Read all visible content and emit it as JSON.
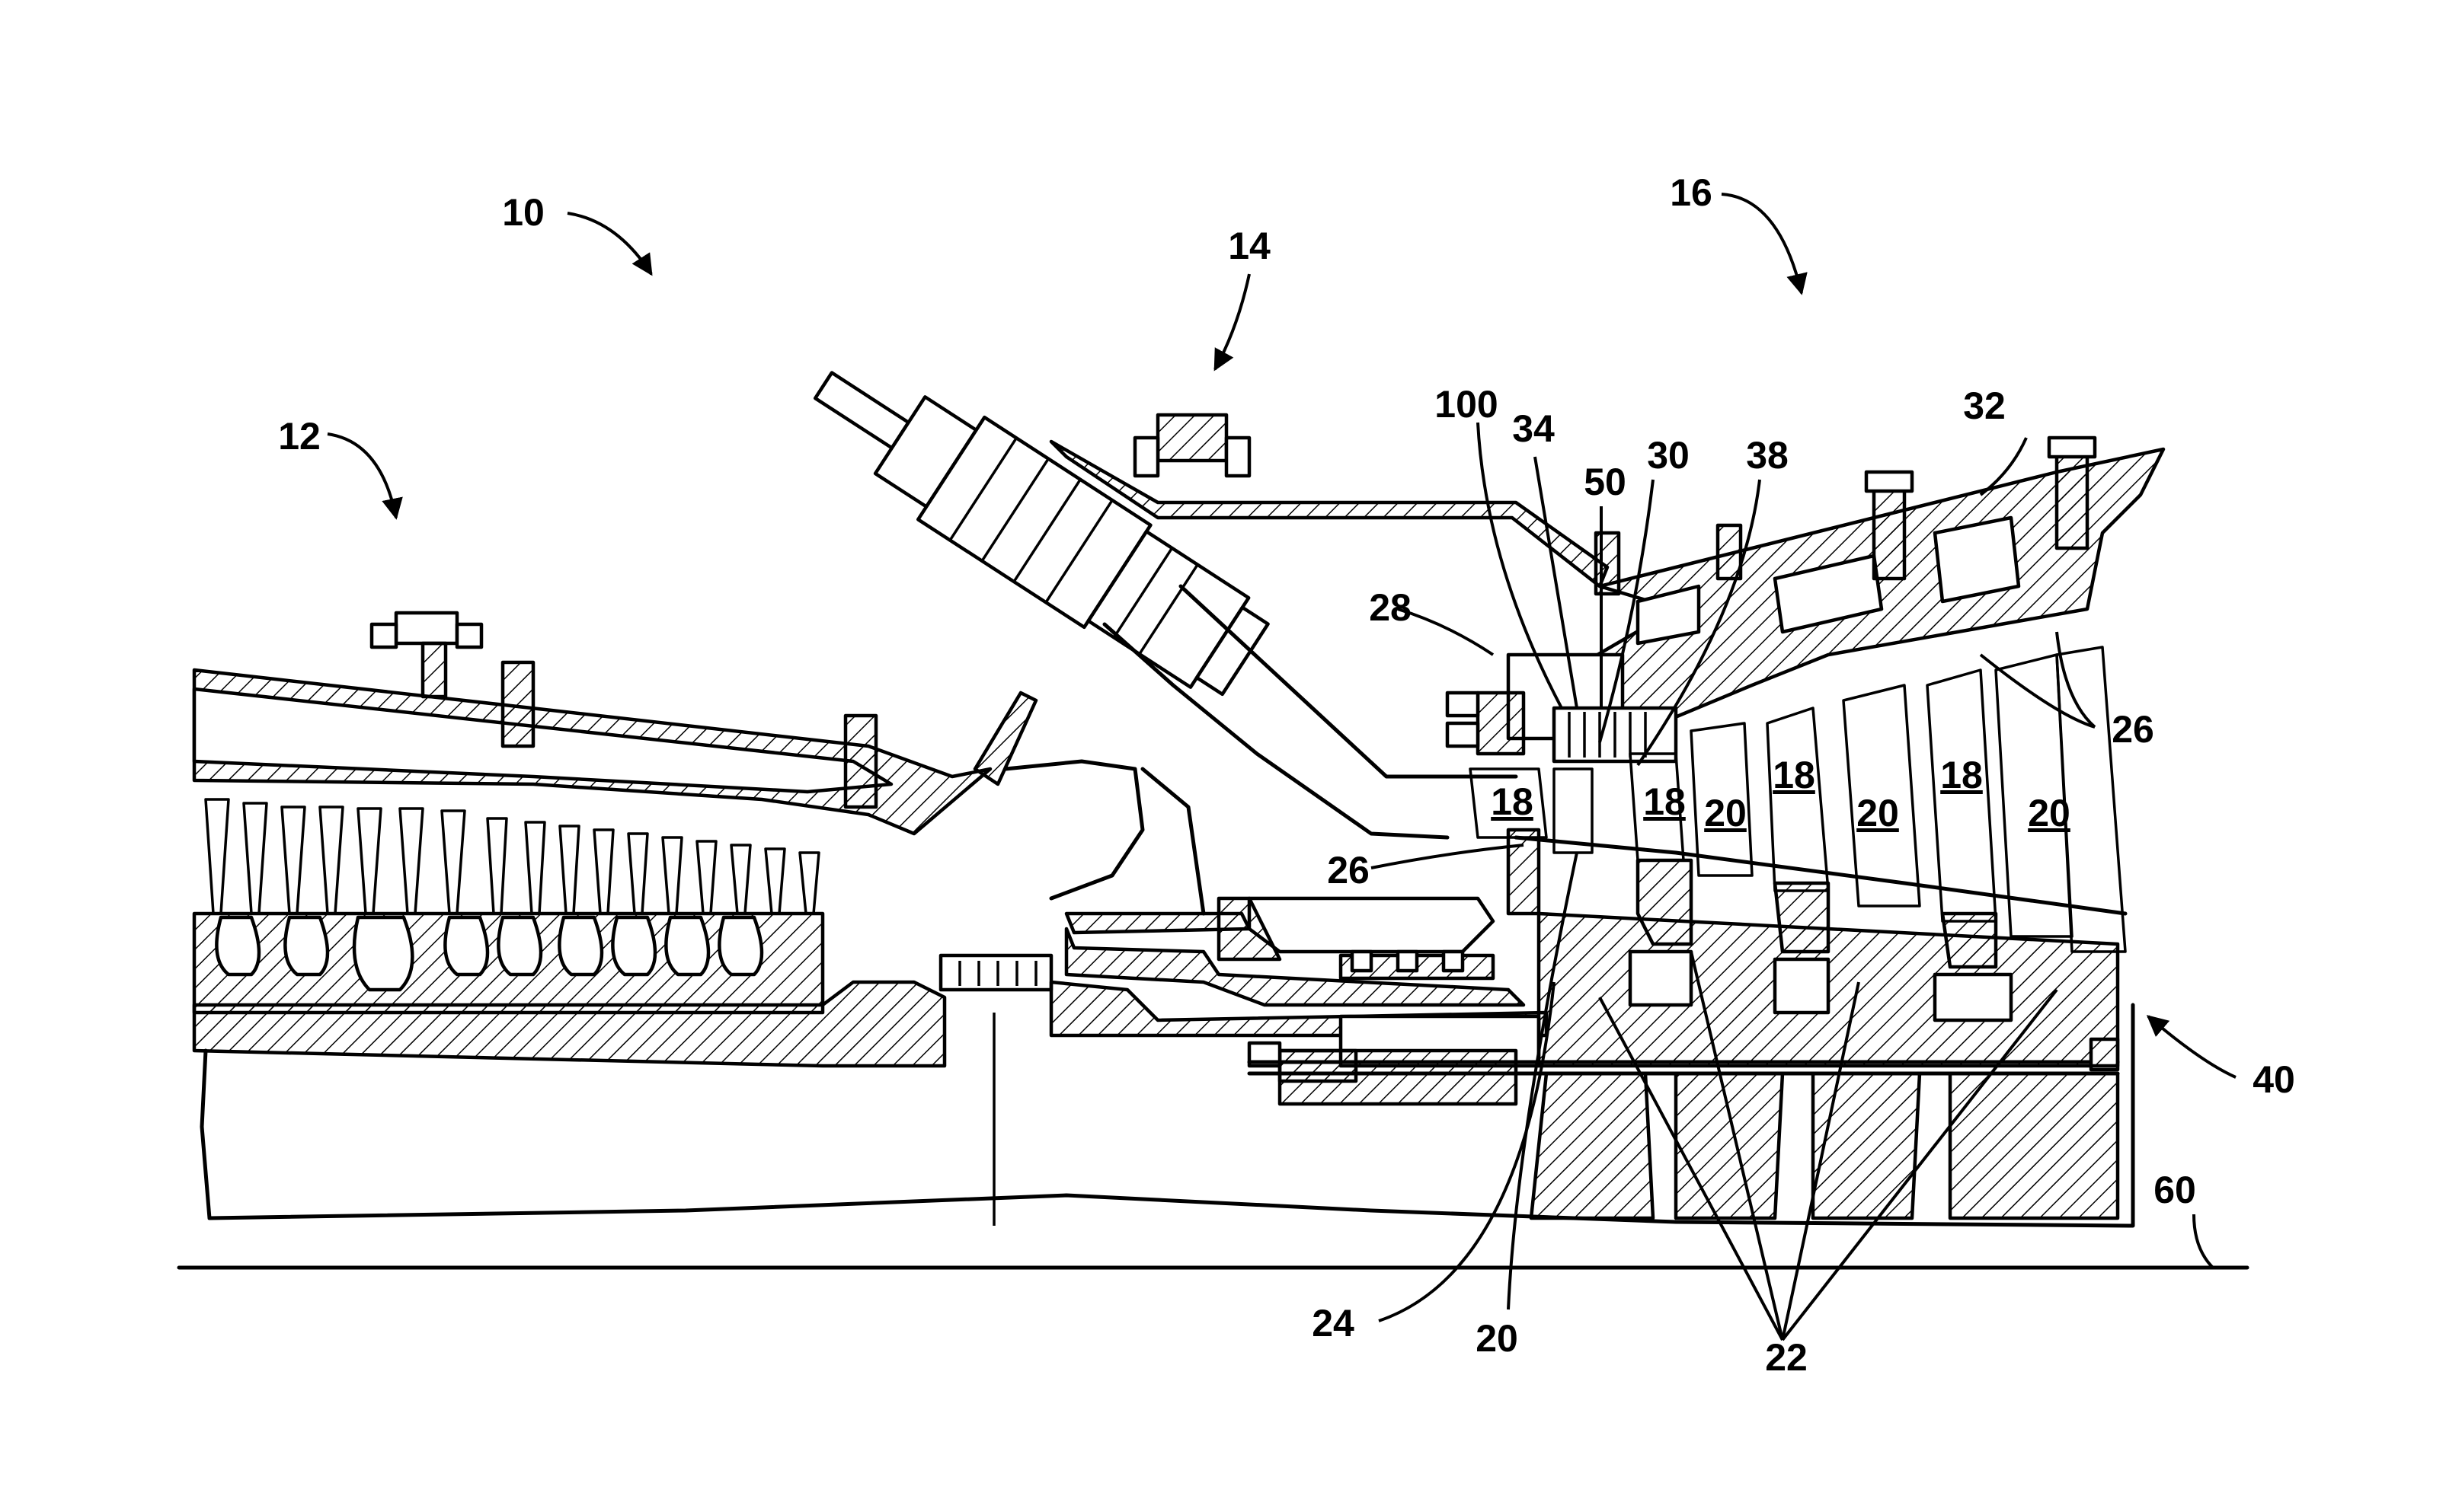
{
  "figure": {
    "labels": {
      "engine": "10",
      "compressor": "12",
      "combustor": "14",
      "turbine": "16",
      "vane": "18",
      "blade": "20",
      "rotor_disk": "22",
      "shaft": "24",
      "cooling_passage": "26",
      "transition_piece": "28",
      "seal_ring": "30",
      "outer_casing": "32",
      "support": "34",
      "shroud": "38",
      "rotor_assembly": "40",
      "seal_carrier": "50",
      "centerline": "60",
      "seal_assembly": "100"
    }
  }
}
